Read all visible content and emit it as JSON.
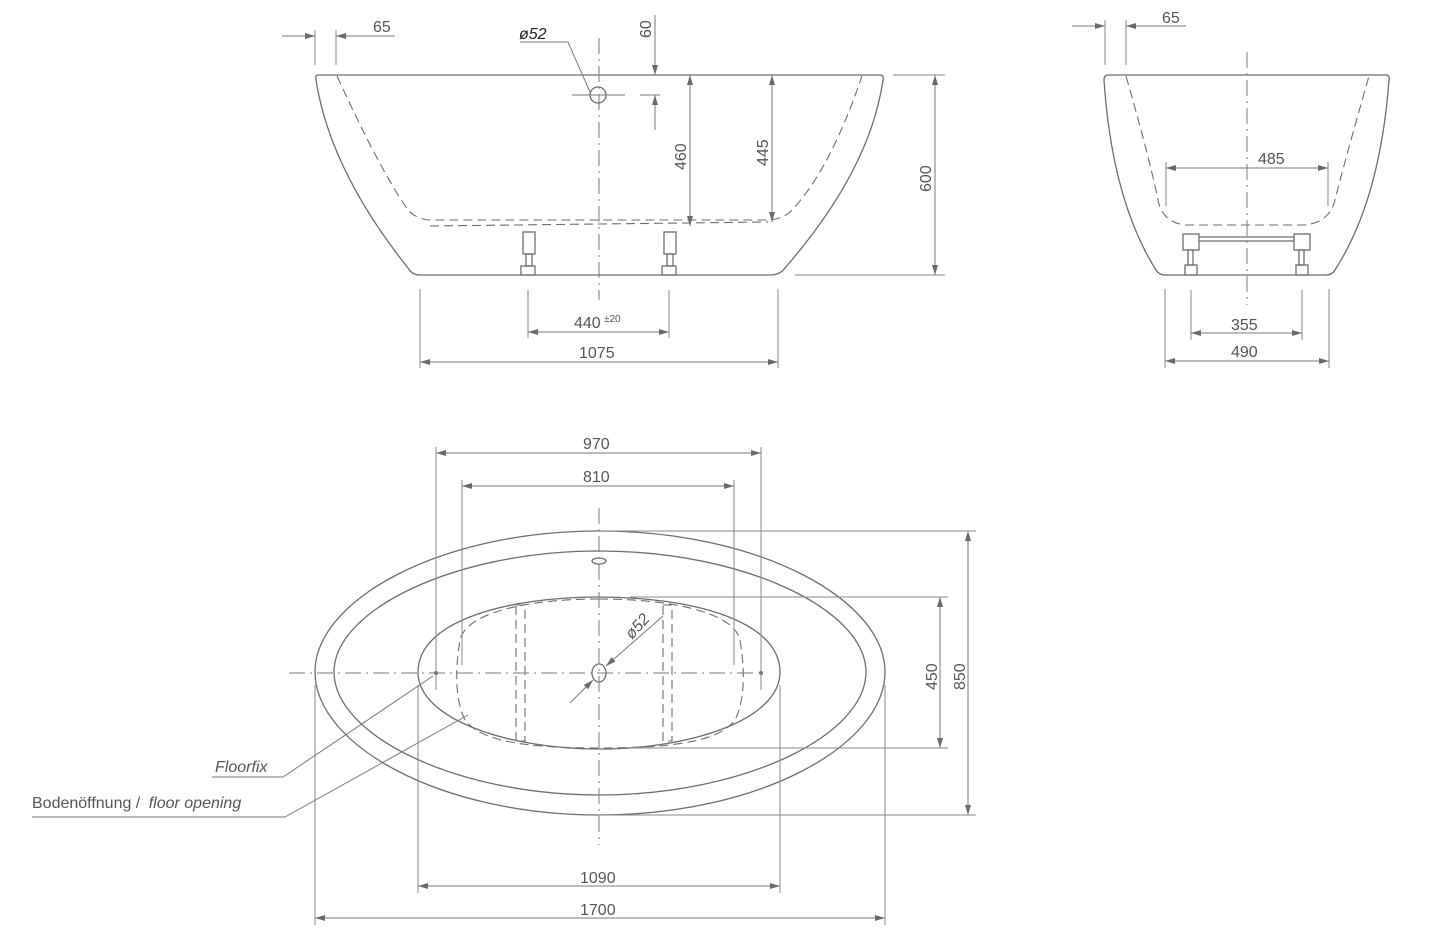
{
  "drawing": {
    "title": "Freestanding bathtub technical drawing",
    "units": "mm",
    "side_view": {
      "rim_offset": "65",
      "overflow_diameter": "ø52",
      "overflow_offset": "60",
      "depth_460": "460",
      "depth_445": "445",
      "height": "600",
      "feet_spacing": "440",
      "feet_tolerance": "±20",
      "base_length": "1075"
    },
    "end_view": {
      "rim_offset": "65",
      "inner_width": "485",
      "feet_spacing": "355",
      "base_width": "490"
    },
    "top_view": {
      "dim_970": "970",
      "dim_810": "810",
      "drain_diameter": "ø52",
      "inner_width": "450",
      "overall_width": "850",
      "dim_1090": "1090",
      "overall_length": "1700"
    },
    "notes": {
      "floorfix": "Floorfix",
      "floor_opening_de": "Bodenöffnung /",
      "floor_opening_en": "floor opening"
    }
  }
}
